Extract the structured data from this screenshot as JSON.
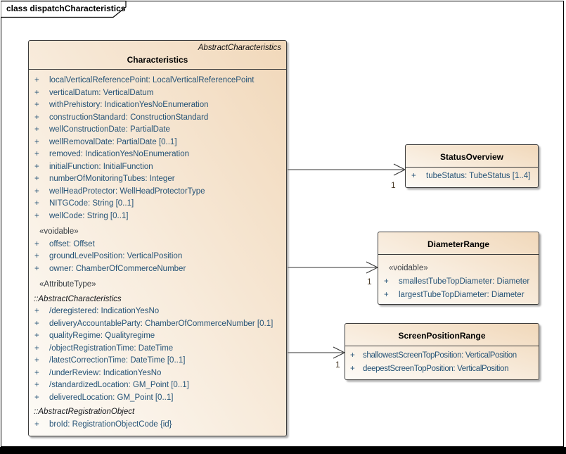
{
  "frame": {
    "tab_label": "class dispatchCharacteristics"
  },
  "colors": {
    "box_fill_light": "#fdfbf7",
    "box_fill_dark": "#f1d8ba",
    "box_border": "#3c3c3c",
    "attribute_text": "#255377",
    "title_text": "#000000",
    "multiplicity_text": "#4a3b28"
  },
  "classes": [
    {
      "id": "characteristics",
      "header_stereotype": "AbstractCharacteristics",
      "name": "Characteristics",
      "members": [
        {
          "type": "attribute",
          "text": "localVerticalReferencePoint: LocalVerticalReferencePoint"
        },
        {
          "type": "attribute",
          "text": "verticalDatum: VerticalDatum"
        },
        {
          "type": "attribute",
          "text": "withPrehistory: IndicationYesNoEnumeration"
        },
        {
          "type": "attribute",
          "text": "constructionStandard: ConstructionStandard"
        },
        {
          "type": "attribute",
          "text": "wellConstructionDate: PartialDate"
        },
        {
          "type": "attribute",
          "text": "wellRemovalDate: PartialDate [0..1]"
        },
        {
          "type": "attribute",
          "text": "removed: IndicationYesNoEnumeration"
        },
        {
          "type": "attribute",
          "text": "initialFunction: InitialFunction"
        },
        {
          "type": "attribute",
          "text": "numberOfMonitoringTubes: Integer"
        },
        {
          "type": "attribute",
          "text": "wellHeadProtector: WellHeadProtectorType"
        },
        {
          "type": "attribute",
          "text": "NITGCode: String [0..1]"
        },
        {
          "type": "attribute",
          "text": "wellCode: String [0..1]"
        },
        {
          "type": "stereotype",
          "text": "«voidable»"
        },
        {
          "type": "attribute",
          "text": "offset: Offset"
        },
        {
          "type": "attribute",
          "text": "groundLevelPosition: VerticalPosition"
        },
        {
          "type": "attribute",
          "text": "owner: ChamberOfCommerceNumber"
        },
        {
          "type": "stereotype",
          "text": "«AttributeType»"
        },
        {
          "type": "qualifier",
          "text": "::AbstractCharacteristics"
        },
        {
          "type": "attribute",
          "text": "/deregistered: IndicationYesNo"
        },
        {
          "type": "attribute",
          "text": "deliveryAccountableParty: ChamberOfCommerceNumber [0.1]"
        },
        {
          "type": "attribute",
          "text": "qualityRegime: Qualityregime"
        },
        {
          "type": "attribute",
          "text": "/objectRegistrationTime: DateTime"
        },
        {
          "type": "attribute",
          "text": "/latestCorrectionTime: DateTime [0..1]"
        },
        {
          "type": "attribute",
          "text": "/underReview: IndicationYesNo"
        },
        {
          "type": "attribute",
          "text": "/standardizedLocation: GM_Point [0..1]"
        },
        {
          "type": "attribute",
          "text": "deliveredLocation: GM_Point [0..1]"
        },
        {
          "type": "qualifier",
          "text": "::AbstractRegistrationObject"
        },
        {
          "type": "attribute",
          "text": "broId: RegistrationObjectCode {id}"
        }
      ]
    },
    {
      "id": "status-overview",
      "name": "StatusOverview",
      "members": [
        {
          "type": "attribute",
          "text": "tubeStatus: TubeStatus [1..4]"
        }
      ]
    },
    {
      "id": "diameter-range",
      "name": "DiameterRange",
      "members": [
        {
          "type": "stereotype",
          "text": "«voidable»"
        },
        {
          "type": "attribute",
          "text": "smallestTubeTopDiameter: Diameter"
        },
        {
          "type": "attribute",
          "text": "largestTubeTopDiameter: Diameter"
        }
      ]
    },
    {
      "id": "screen-position-range",
      "name": "ScreenPositionRange",
      "members": [
        {
          "type": "attribute",
          "text": "shallowestScreenTopPosition: VerticalPosition"
        },
        {
          "type": "attribute",
          "text": "deepestScreenTopPosition: VerticalPosition"
        }
      ]
    }
  ],
  "connectors": [
    {
      "source": "characteristics",
      "target": "status-overview",
      "multiplicity": "1"
    },
    {
      "source": "characteristics",
      "target": "diameter-range",
      "multiplicity": "1"
    },
    {
      "source": "characteristics",
      "target": "screen-position-range",
      "multiplicity": "1"
    }
  ]
}
